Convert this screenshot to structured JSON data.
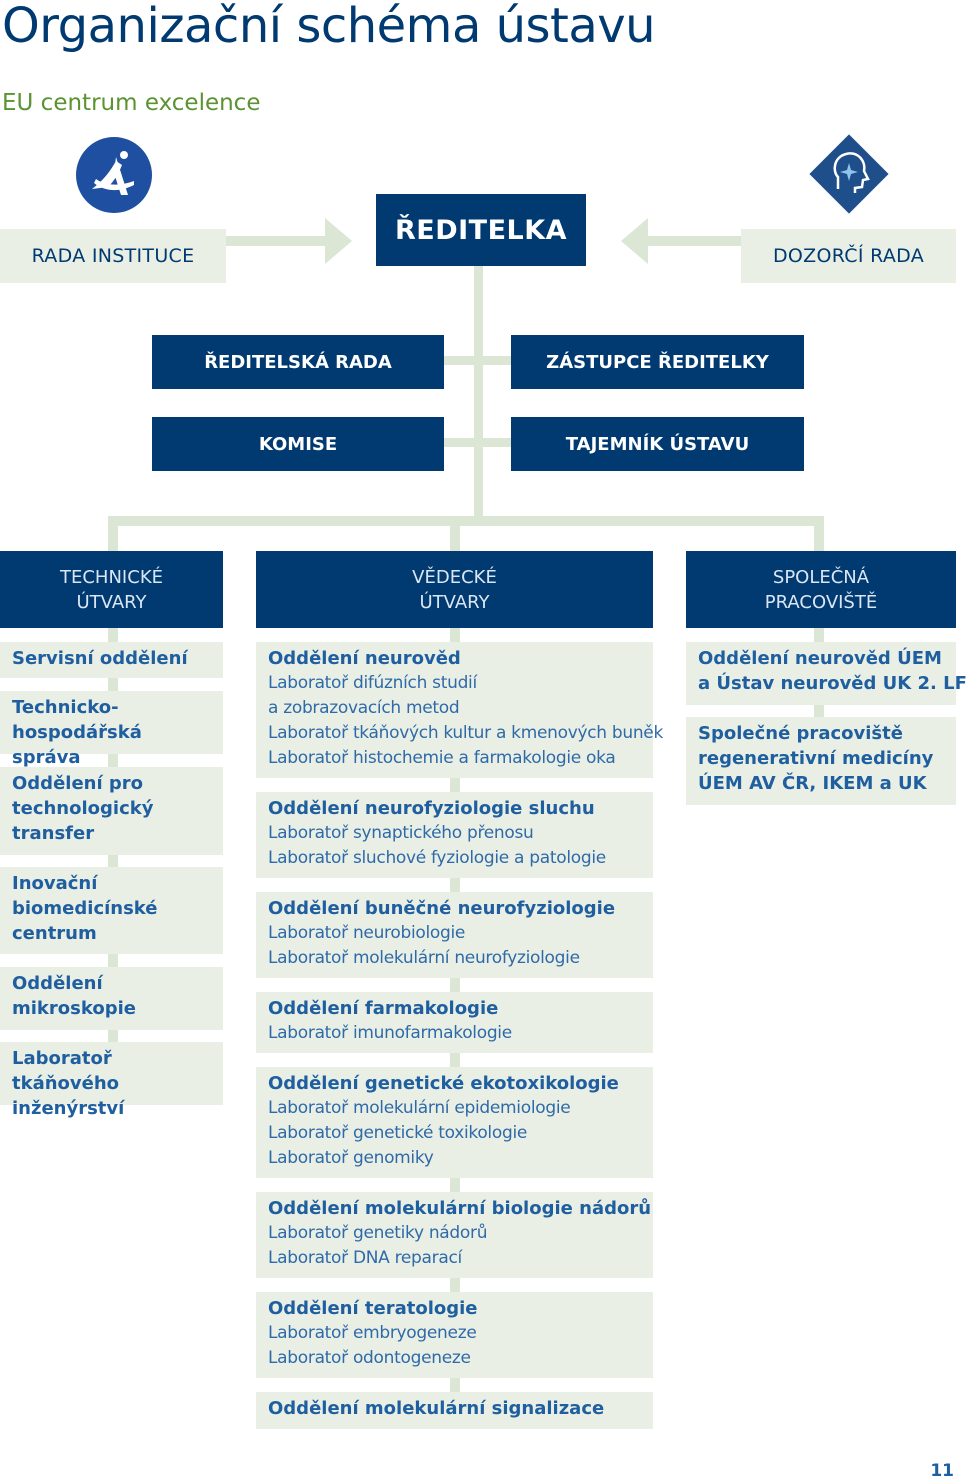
{
  "title": "Organizační schéma ústavu",
  "subtitle": "EU centrum excelence",
  "top": {
    "rada_instituce": "RADA INSTITUCE",
    "reditelka": "ŘEDITELKA",
    "dozorci_rada": "DOZORČÍ RADA"
  },
  "management": {
    "reditelska_rada": "ŘEDITELSKÁ RADA",
    "zastupce": "ZÁSTUPCE ŘEDITELKY",
    "komise": "KOMISE",
    "tajemnik": "TAJEMNÍK ÚSTAVU"
  },
  "columns": {
    "technical": {
      "heading": [
        "TECHNICKÉ",
        "ÚTVARY"
      ],
      "items": [
        [
          "Servisní oddělení"
        ],
        [
          "Technicko-",
          "hospodářská správa"
        ],
        [
          "Oddělení pro",
          "technologický",
          "transfer"
        ],
        [
          "Inovační",
          "biomedicínské",
          "centrum"
        ],
        [
          "Oddělení",
          "mikroskopie"
        ],
        [
          "Laboratoř tkáňového",
          "inženýrství"
        ]
      ]
    },
    "scientific": {
      "heading": [
        "VĚDECKÉ",
        "ÚTVARY"
      ],
      "departments": [
        {
          "name": "Oddělení neurověd",
          "labs": [
            "Laboratoř difúzních studií",
            "a zobrazovacích metod",
            "Laboratoř tkáňových kultur a kmenových buněk",
            "Laboratoř histochemie a farmakologie oka"
          ]
        },
        {
          "name": "Oddělení neurofyziologie sluchu",
          "labs": [
            "Laboratoř synaptického přenosu",
            "Laboratoř sluchové fyziologie a patologie"
          ]
        },
        {
          "name": "Oddělení buněčné neurofyziologie",
          "labs": [
            "Laboratoř neurobiologie",
            "Laboratoř molekulární neurofyziologie"
          ]
        },
        {
          "name": "Oddělení farmakologie",
          "labs": [
            "Laboratoř imunofarmakologie"
          ]
        },
        {
          "name": "Oddělení genetické ekotoxikologie",
          "labs": [
            "Laboratoř molekulární epidemiologie",
            "Laboratoř genetické toxikologie",
            "Laboratoř genomiky"
          ]
        },
        {
          "name": "Oddělení molekulární biologie nádorů",
          "labs": [
            "Laboratoř genetiky nádorů",
            "Laboratoř DNA reparací"
          ]
        },
        {
          "name": "Oddělení teratologie",
          "labs": [
            "Laboratoř embryogeneze",
            "Laboratoř odontogeneze"
          ]
        },
        {
          "name": "Oddělení molekulární signalizace",
          "labs": []
        }
      ]
    },
    "joint": {
      "heading": [
        "SPOLEČNÁ",
        "PRACOVIŠTĚ"
      ],
      "items": [
        [
          "Oddělení neurověd ÚEM",
          "a Ústav neurověd UK 2. LF"
        ],
        [
          "Společné pracoviště",
          "regenerativní medicíny",
          "ÚEM AV ČR, IKEM a UK"
        ]
      ]
    }
  },
  "page_number": "11",
  "colors": {
    "navy": "#003a70",
    "green": "#5b9332",
    "light": "#e9efe5",
    "connector": "#dbe6d4",
    "blue": "#1f5fa0"
  },
  "icons": [
    "academy-of-sciences-logo-icon",
    "neuro-head-logo-icon"
  ]
}
